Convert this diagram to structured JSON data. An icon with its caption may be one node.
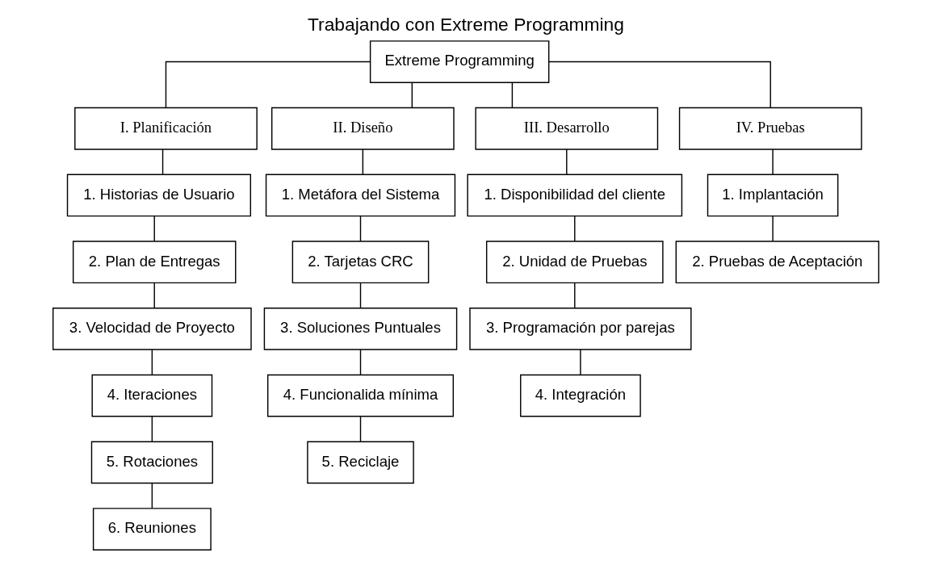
{
  "diagram": {
    "title": "Trabajando con Extreme Programming",
    "nodes": [
      {
        "text": [
          "Extreme Programming"
        ]
      },
      {
        "text": [
          "I. Planificación"
        ]
      },
      {
        "text": [
          "II. Diseño"
        ]
      },
      {
        "text": [
          "III. Desarrollo"
        ]
      },
      {
        "text": [
          "IV. Pruebas"
        ]
      },
      {
        "text": [
          "1. Historias de Usuario"
        ]
      },
      {
        "text": [
          "2. Plan de Entregas"
        ]
      },
      {
        "text": [
          "3. Velocidad de Proyecto"
        ]
      },
      {
        "text": [
          "4. Iteraciones"
        ]
      },
      {
        "text": [
          "5. Rotaciones"
        ]
      },
      {
        "text": [
          "6. Reuniones"
        ]
      },
      {
        "text": [
          "1. Metáfora del Sistema"
        ]
      },
      {
        "text": [
          "2. Tarjetas CRC"
        ]
      },
      {
        "text": [
          "3. Soluciones Puntuales"
        ]
      },
      {
        "text": [
          "4. Funcionalida mínima"
        ]
      },
      {
        "text": [
          "5. Reciclaje"
        ]
      },
      {
        "text": [
          "1. Disponibilidad del cliente"
        ]
      },
      {
        "text": [
          "2. Unidad de Pruebas"
        ]
      },
      {
        "text": [
          "3. Programación por parejas"
        ]
      },
      {
        "text": [
          "4. Integración"
        ]
      },
      {
        "text": [
          "1. Implantación"
        ]
      },
      {
        "text": [
          "2. Pruebas de Aceptación"
        ]
      }
    ],
    "edges": [
      {
        "from": 0,
        "to": 1,
        "arrow": "none"
      },
      {
        "from": 0,
        "to": 2,
        "arrow": "none"
      },
      {
        "from": 0,
        "to": 3,
        "arrow": "none"
      },
      {
        "from": 0,
        "to": 4,
        "arrow": "none"
      },
      {
        "from": 1,
        "to": 5,
        "arrow": "none"
      },
      {
        "from": 5,
        "to": 6,
        "arrow": "none"
      },
      {
        "from": 6,
        "to": 7,
        "arrow": "none"
      },
      {
        "from": 7,
        "to": 8,
        "arrow": "none"
      },
      {
        "from": 8,
        "to": 9,
        "arrow": "none"
      },
      {
        "from": 9,
        "to": 10,
        "arrow": "none"
      },
      {
        "from": 2,
        "to": 11,
        "arrow": "none"
      },
      {
        "from": 11,
        "to": 12,
        "arrow": "none"
      },
      {
        "from": 12,
        "to": 13,
        "arrow": "none"
      },
      {
        "from": 13,
        "to": 14,
        "arrow": "none"
      },
      {
        "from": 14,
        "to": 15,
        "arrow": "none"
      },
      {
        "from": 3,
        "to": 16,
        "arrow": "none"
      },
      {
        "from": 16,
        "to": 17,
        "arrow": "none"
      },
      {
        "from": 17,
        "to": 18,
        "arrow": "none"
      },
      {
        "from": 18,
        "to": 19,
        "arrow": "none"
      },
      {
        "from": 4,
        "to": 20,
        "arrow": "none"
      },
      {
        "from": 20,
        "to": 21,
        "arrow": "none"
      }
    ]
  }
}
